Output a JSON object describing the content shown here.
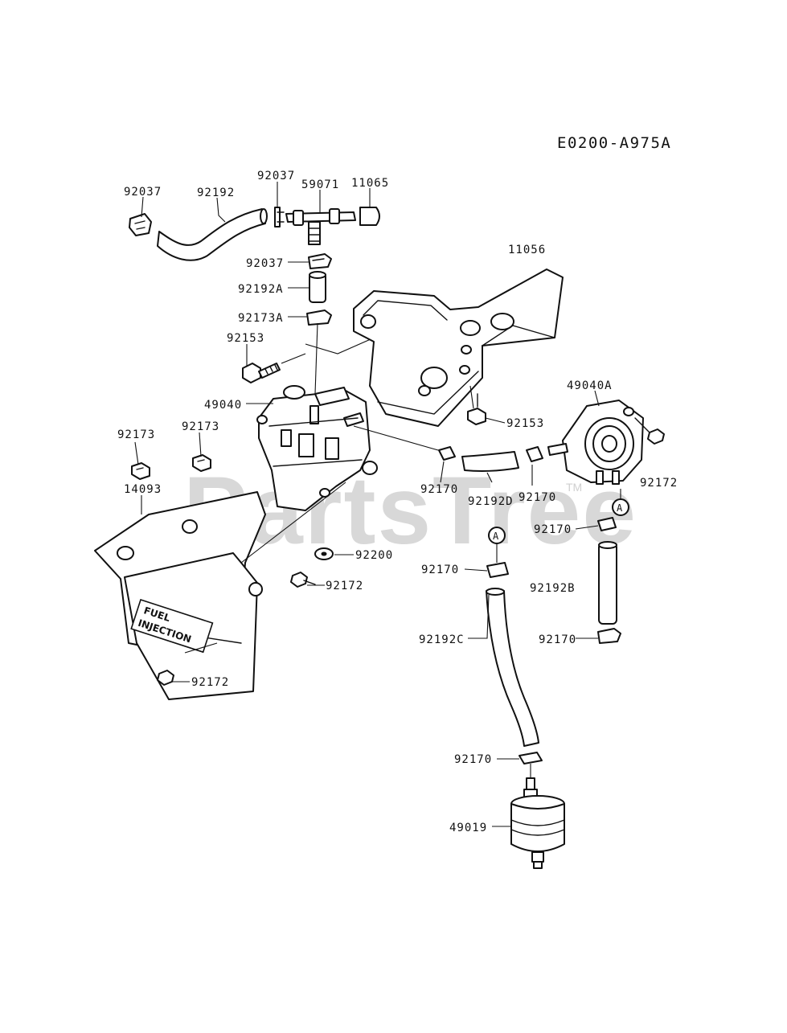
{
  "diagram": {
    "code": "E0200-A975A",
    "watermark": "PartsTree",
    "watermark_tm": "TM",
    "decal": {
      "line1": "FUEL",
      "line2": "INJECTION"
    },
    "parts": {
      "p92037_left": "92037",
      "p92192": "92192",
      "p92037_top": "92037",
      "p59071": "59071",
      "p11065": "11065",
      "p11056": "11056",
      "p92037_mid": "92037",
      "p92192A": "92192A",
      "p92173A": "92173A",
      "p92153_left": "92153",
      "p49040": "49040",
      "p92153_right": "92153",
      "p49040A": "49040A",
      "p92173_left": "92173",
      "p92173_right": "92173",
      "p14093": "14093",
      "p92170_a": "92170",
      "p92192D": "92192D",
      "p92170_b": "92170",
      "p92172_right": "92172",
      "p92170_c": "92170",
      "p92200": "92200",
      "p92170_d": "92170",
      "p92172_mid": "92172",
      "p92192B": "92192B",
      "p92192C": "92192C",
      "p92170_e": "92170",
      "p92172_bottom": "92172",
      "p92170_f": "92170",
      "p49019": "49019"
    },
    "connector_marks": {
      "a1": "A",
      "a2": "A"
    }
  }
}
